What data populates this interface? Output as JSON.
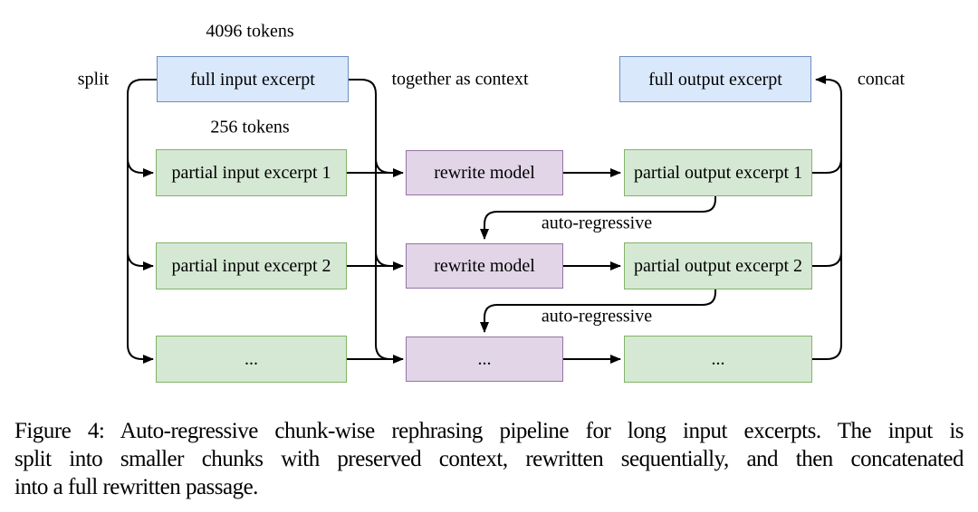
{
  "figure": {
    "labels": {
      "tokens_full": "4096 tokens",
      "tokens_chunk": "256 tokens",
      "split": "split",
      "together_as_context": "together as context",
      "concat": "concat",
      "auto_regressive_1": "auto-regressive",
      "auto_regressive_2": "auto-regressive"
    },
    "boxes": {
      "full_input": "full input excerpt",
      "full_output": "full output excerpt",
      "partial_inputs": [
        "partial input excerpt 1",
        "partial input excerpt 2",
        "..."
      ],
      "rewrite_models": [
        "rewrite model",
        "rewrite model",
        "..."
      ],
      "partial_outputs": [
        "partial output excerpt 1",
        "partial output excerpt 2",
        "..."
      ]
    },
    "colors": {
      "blue_fill": "#dae8fc",
      "blue_stroke": "#6c8ebf",
      "green_fill": "#d5e8d4",
      "green_stroke": "#82b366",
      "purple_fill": "#e1d5e7",
      "purple_stroke": "#9673a6",
      "arrow": "#000000"
    }
  },
  "caption": {
    "lines": [
      "Figure 4: Auto-regressive chunk-wise rephrasing pipeline for long input excerpts. The input is",
      "split into smaller chunks with preserved context, rewritten sequentially, and then concatenated",
      "into a full rewritten passage."
    ]
  }
}
